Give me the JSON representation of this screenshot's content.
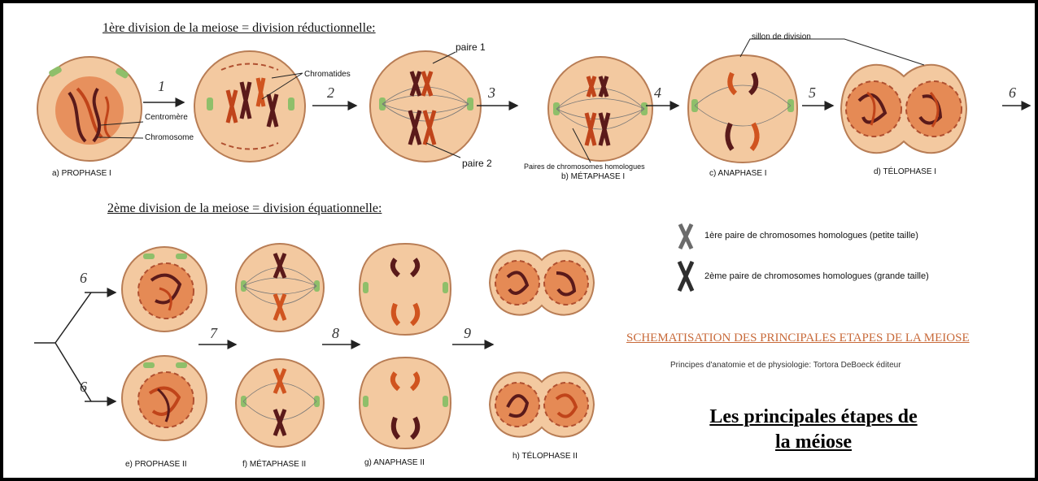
{
  "section1": {
    "heading": "1ère division de la meiose = division réductionnelle:"
  },
  "section2": {
    "heading": "2ème division de la meiose = division équationnelle:"
  },
  "labels": {
    "centromere": "Centromère",
    "chromosome": "Chromosome",
    "chromatides": "Chromatides",
    "paire1": "paire 1",
    "paire2": "paire 2",
    "paires_homologues": "Paires de chromosomes homologues",
    "sillon": "sillon de division"
  },
  "phases": {
    "a": "a) PROPHASE I",
    "b": "b) MÉTAPHASE I",
    "c": "c) ANAPHASE I",
    "d": "d) TÉLOPHASE I",
    "e": "e) PROPHASE II",
    "f": "f) MÉTAPHASE II",
    "g": "g) ANAPHASE II",
    "h": "h) TÉLOPHASE II"
  },
  "steps": {
    "s1": "1",
    "s2": "2",
    "s3": "3",
    "s4": "4",
    "s5": "5",
    "s6": "6",
    "s6a": "6",
    "s6b": "6",
    "s7": "7",
    "s8": "8",
    "s9": "9"
  },
  "legend": {
    "item1": "1ère paire de chromosomes homologues (petite taille)",
    "item2": "2ème paire de chromosomes homologues (grande taille)"
  },
  "schema_title": "SCHEMATISATION DES PRINCIPALES ETAPES DE LA MEIOSE",
  "source": "Principes d'anatomie et de physiologie: Tortora DeBoeck éditeur",
  "main_title": {
    "line1": "Les principales étapes de",
    "line2": "la méiose"
  },
  "colors": {
    "cell_fill": "#f3c9a0",
    "cell_stroke": "#b87d55",
    "nucleus": "#e07a4a",
    "chrom_dark": "#5a1a1a",
    "chrom_light": "#d0541f",
    "centriole": "#8fbf6a",
    "schema_title": "#c86a3a"
  }
}
